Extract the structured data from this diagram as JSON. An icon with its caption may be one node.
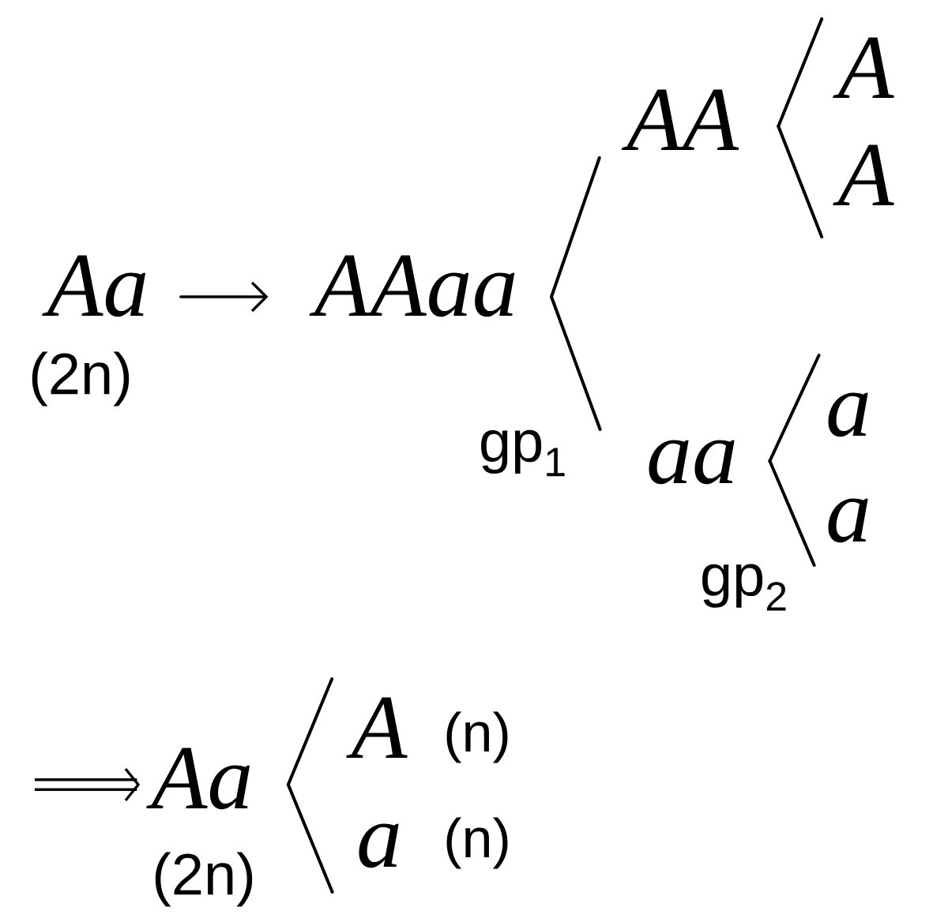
{
  "diagram": {
    "nodes": [
      {
        "text": [
          "Aa"
        ],
        "beside": [
          "(2n)"
        ]
      },
      {
        "text": [
          "AAaa"
        ]
      },
      {
        "text": [
          "AA"
        ]
      },
      {
        "text": [
          "A"
        ]
      },
      {
        "text": [
          "A"
        ]
      },
      {
        "text": [
          "aa"
        ]
      },
      {
        "text": [
          "a"
        ]
      },
      {
        "text": [
          "a"
        ]
      },
      {
        "text": [
          "Aa"
        ],
        "beside": [
          "(2n)"
        ]
      },
      {
        "text": [
          "A"
        ],
        "beside": [
          "(n)"
        ]
      },
      {
        "text": [
          "a"
        ],
        "beside": [
          "(n)"
        ]
      }
    ],
    "edges": [
      {
        "from": 0,
        "to": 1,
        "arrow": "to"
      },
      {
        "from": 1,
        "to": 2,
        "arrow": "none"
      },
      {
        "from": 1,
        "to": 5,
        "arrow": "none"
      },
      {
        "from": 2,
        "to": 3,
        "arrow": "none"
      },
      {
        "from": 2,
        "to": 4,
        "arrow": "none"
      },
      {
        "from": 5,
        "to": 6,
        "arrow": "none"
      },
      {
        "from": 5,
        "to": 7,
        "arrow": "none"
      },
      {
        "from": null,
        "to": 8,
        "arrow": "to",
        "style": "thick"
      },
      {
        "from": 8,
        "to": 9,
        "arrow": "none"
      },
      {
        "from": 8,
        "to": 10,
        "arrow": "none"
      }
    ],
    "labels": [
      "gp$_{1}$",
      "gp$_{2}$"
    ]
  }
}
